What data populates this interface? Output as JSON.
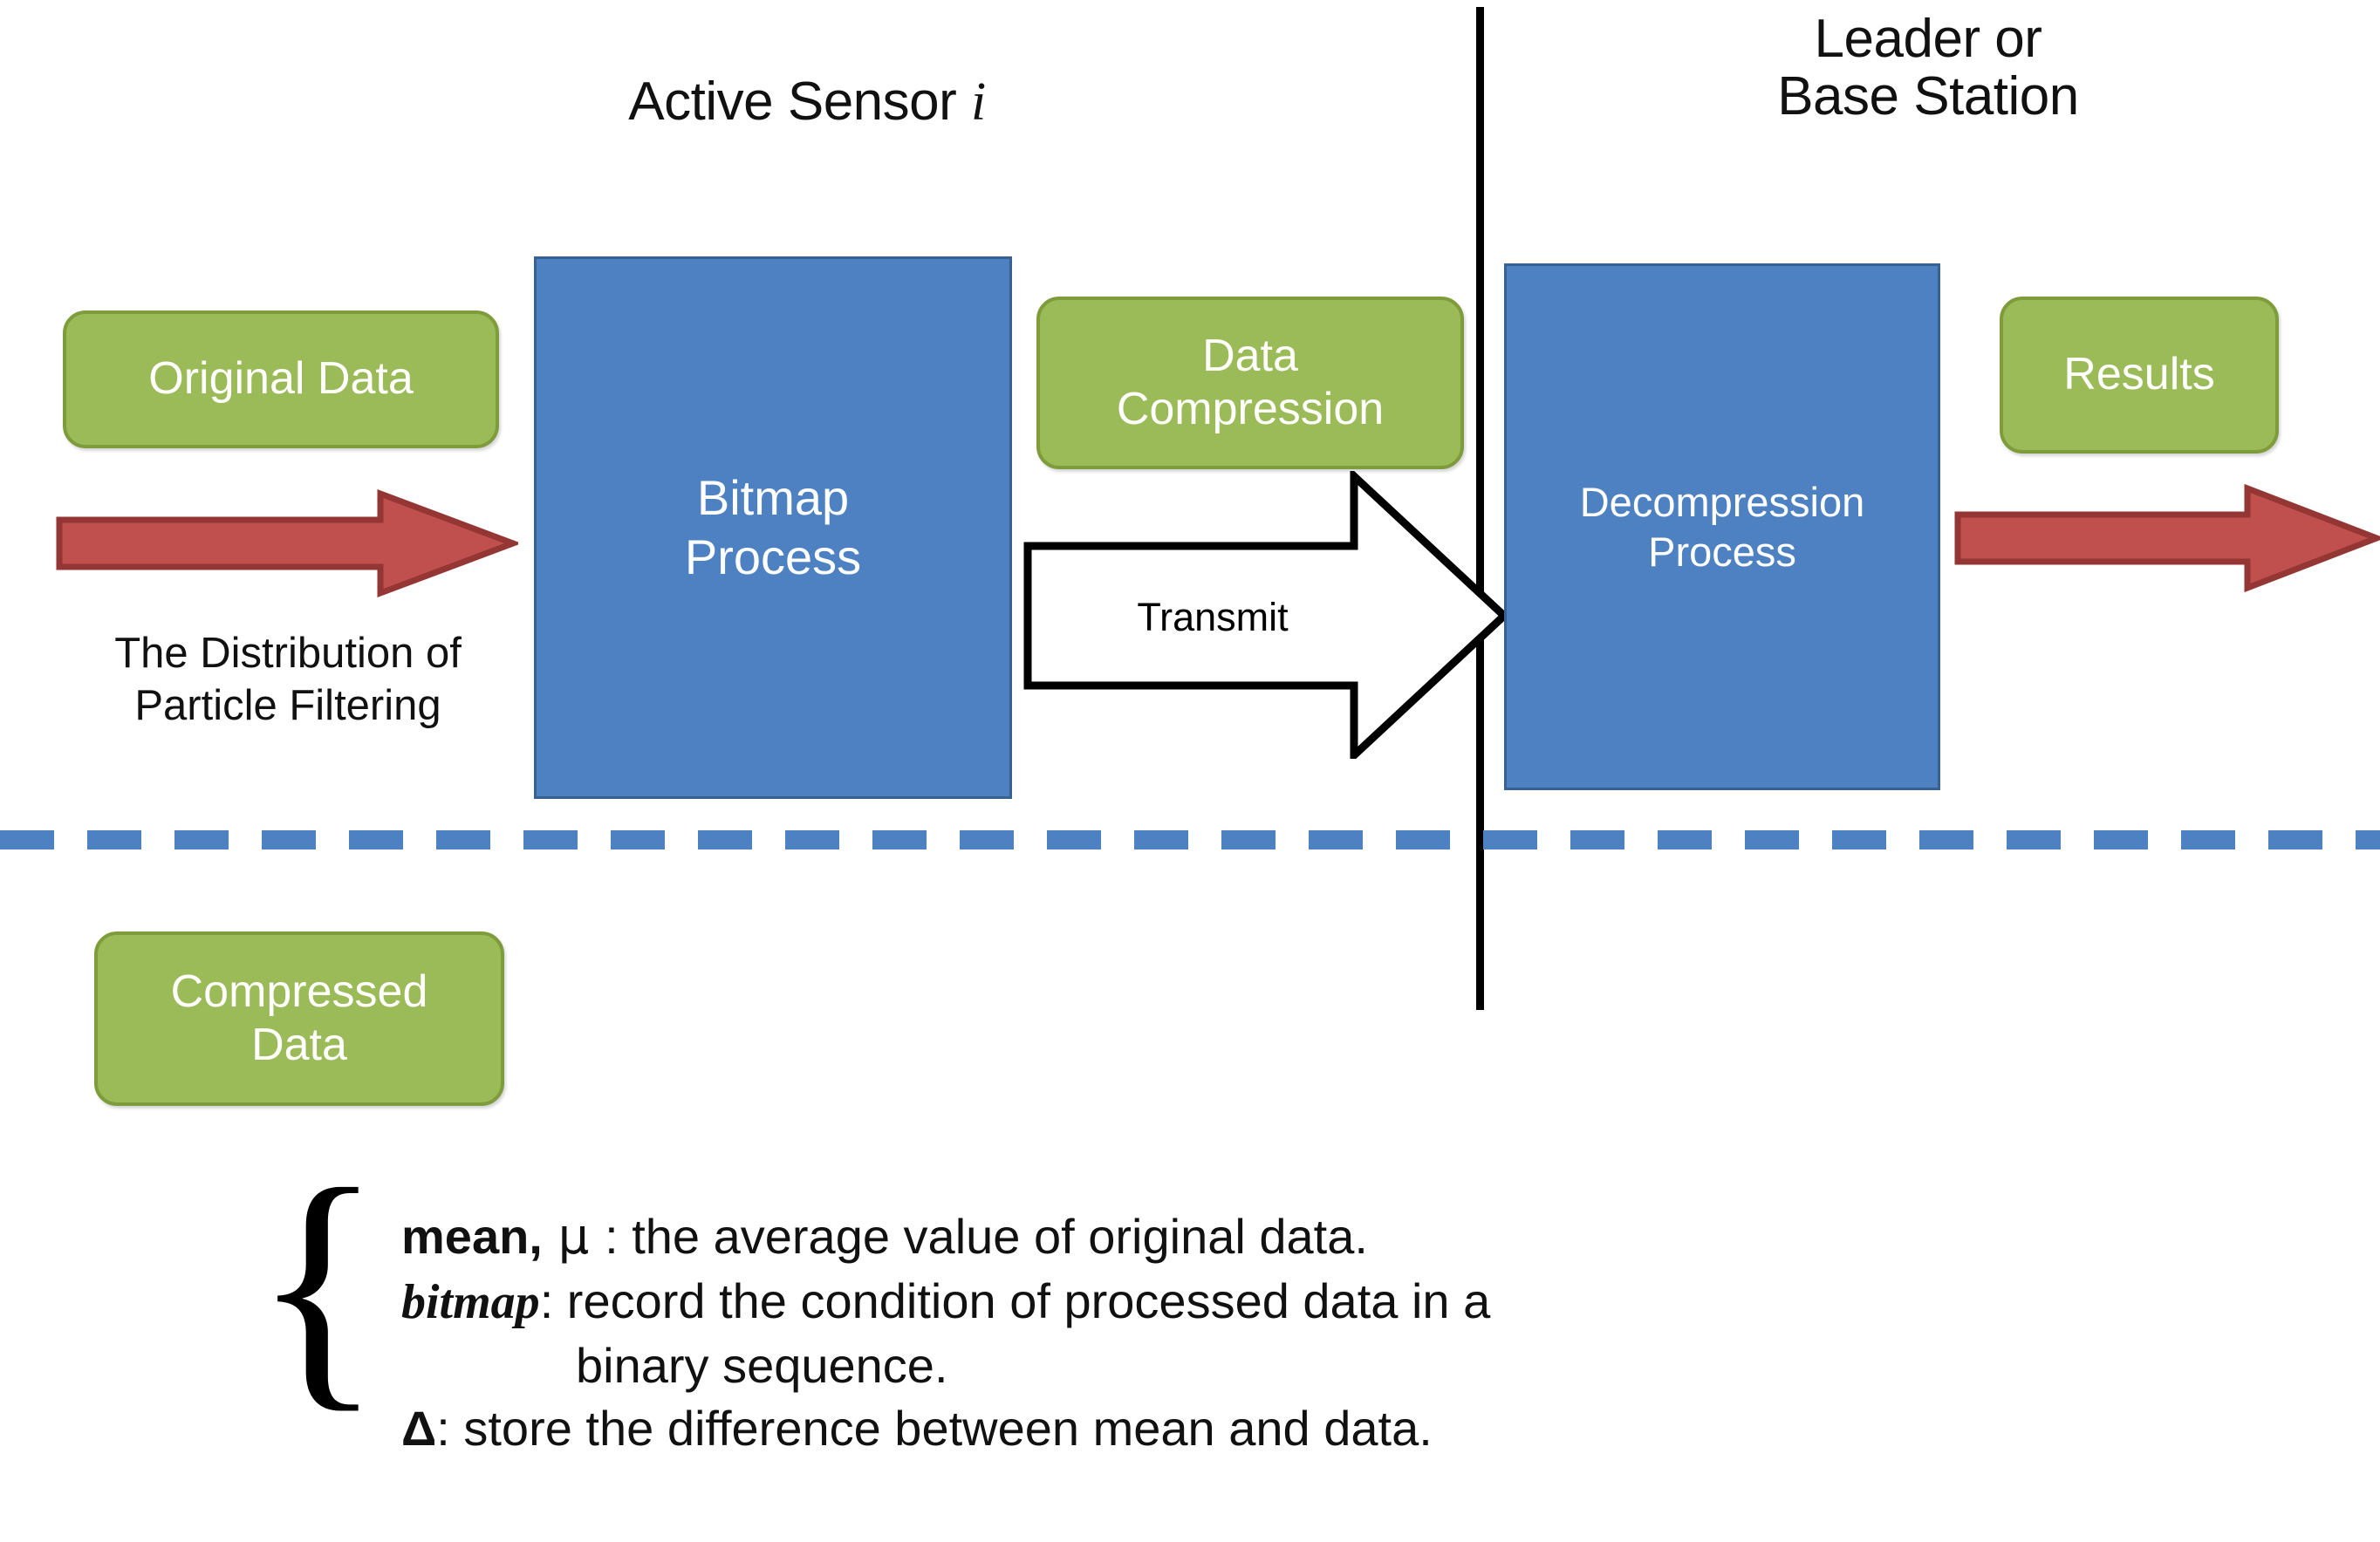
{
  "diagram": {
    "titles": {
      "left": "Active Sensor ",
      "left_italic": "i",
      "right": "Leader or\nBase Station"
    },
    "tags": {
      "original_data": "Original Data",
      "data_compression": "Data\nCompression",
      "results": "Results",
      "compressed_data": "Compressed\nData"
    },
    "processes": {
      "bitmap": "Bitmap\nProcess",
      "decompression": "Decompression\nProcess"
    },
    "arrows": {
      "transmit": "Transmit"
    },
    "captions": {
      "distribution": "The Distribution of\nParticle Filtering"
    },
    "legend": {
      "brace": "{",
      "line1_bold": "mean,",
      "line1_mu": " μ ",
      "line1_rest": ": the average value of original data.",
      "line2_bolditalic": "bitmap",
      "line2_rest": ": record the condition of processed data in a",
      "line3": "binary sequence.",
      "line4_bold": "Δ",
      "line4_rest": ": store the difference between mean and data."
    },
    "colors": {
      "blue_fill": "#4E81C2",
      "blue_border": "#37618F",
      "green_fill": "#9BBB59",
      "green_border": "#7E9C3C",
      "red_fill": "#C0504D",
      "red_border": "#943634",
      "divider": "#000000",
      "dash_line": "#4E81C2",
      "text": "#111111",
      "tag_text": "#FFFFFF"
    }
  }
}
